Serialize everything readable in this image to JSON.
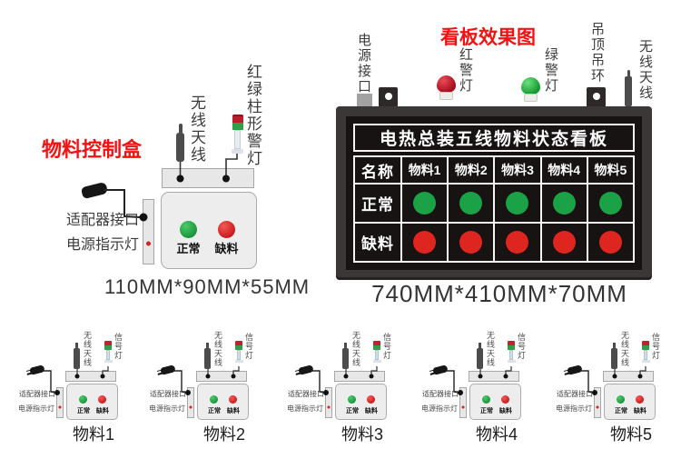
{
  "left_section": {
    "title": "物料控制盒",
    "labels": {
      "antenna": "无线天线",
      "tower_light": "红绿柱形警灯",
      "adapter_port": "适配器接口",
      "power_led": "电源指示灯",
      "normal": "正常",
      "shortage": "缺料"
    },
    "dimensions": "110MM*90MM*55MM"
  },
  "board_section": {
    "title": "看板效果图",
    "labels": {
      "power_port": "电源接口",
      "red_alarm": "红警灯",
      "green_alarm": "绿警灯",
      "hanging_ring": "吊顶吊环",
      "antenna": "无线天线"
    },
    "board": {
      "title": "电热总装五线物料状态看板",
      "header_col": "名称",
      "row_normal": "正常",
      "row_shortage": "缺料",
      "columns": [
        "物料1",
        "物料2",
        "物料3",
        "物料4",
        "物料5"
      ]
    },
    "dimensions": "740MM*410MM*70MM"
  },
  "modules": {
    "labels": {
      "antenna": "无线天线",
      "signal_light": "信号灯",
      "adapter_port": "适配器接口",
      "power_led": "电源指示灯",
      "normal": "正常",
      "shortage": "缺料"
    },
    "items": [
      {
        "name": "物料1"
      },
      {
        "name": "物料2"
      },
      {
        "name": "物料3"
      },
      {
        "name": "物料4"
      },
      {
        "name": "物料5"
      }
    ]
  },
  "colors": {
    "accent_red_text": "#f31212",
    "board_frame": "#3b3737",
    "board_panel": "#171313",
    "status_green": "#1ba247",
    "status_red": "#df251f",
    "button_green": "#16923a",
    "button_red": "#c9171a"
  }
}
